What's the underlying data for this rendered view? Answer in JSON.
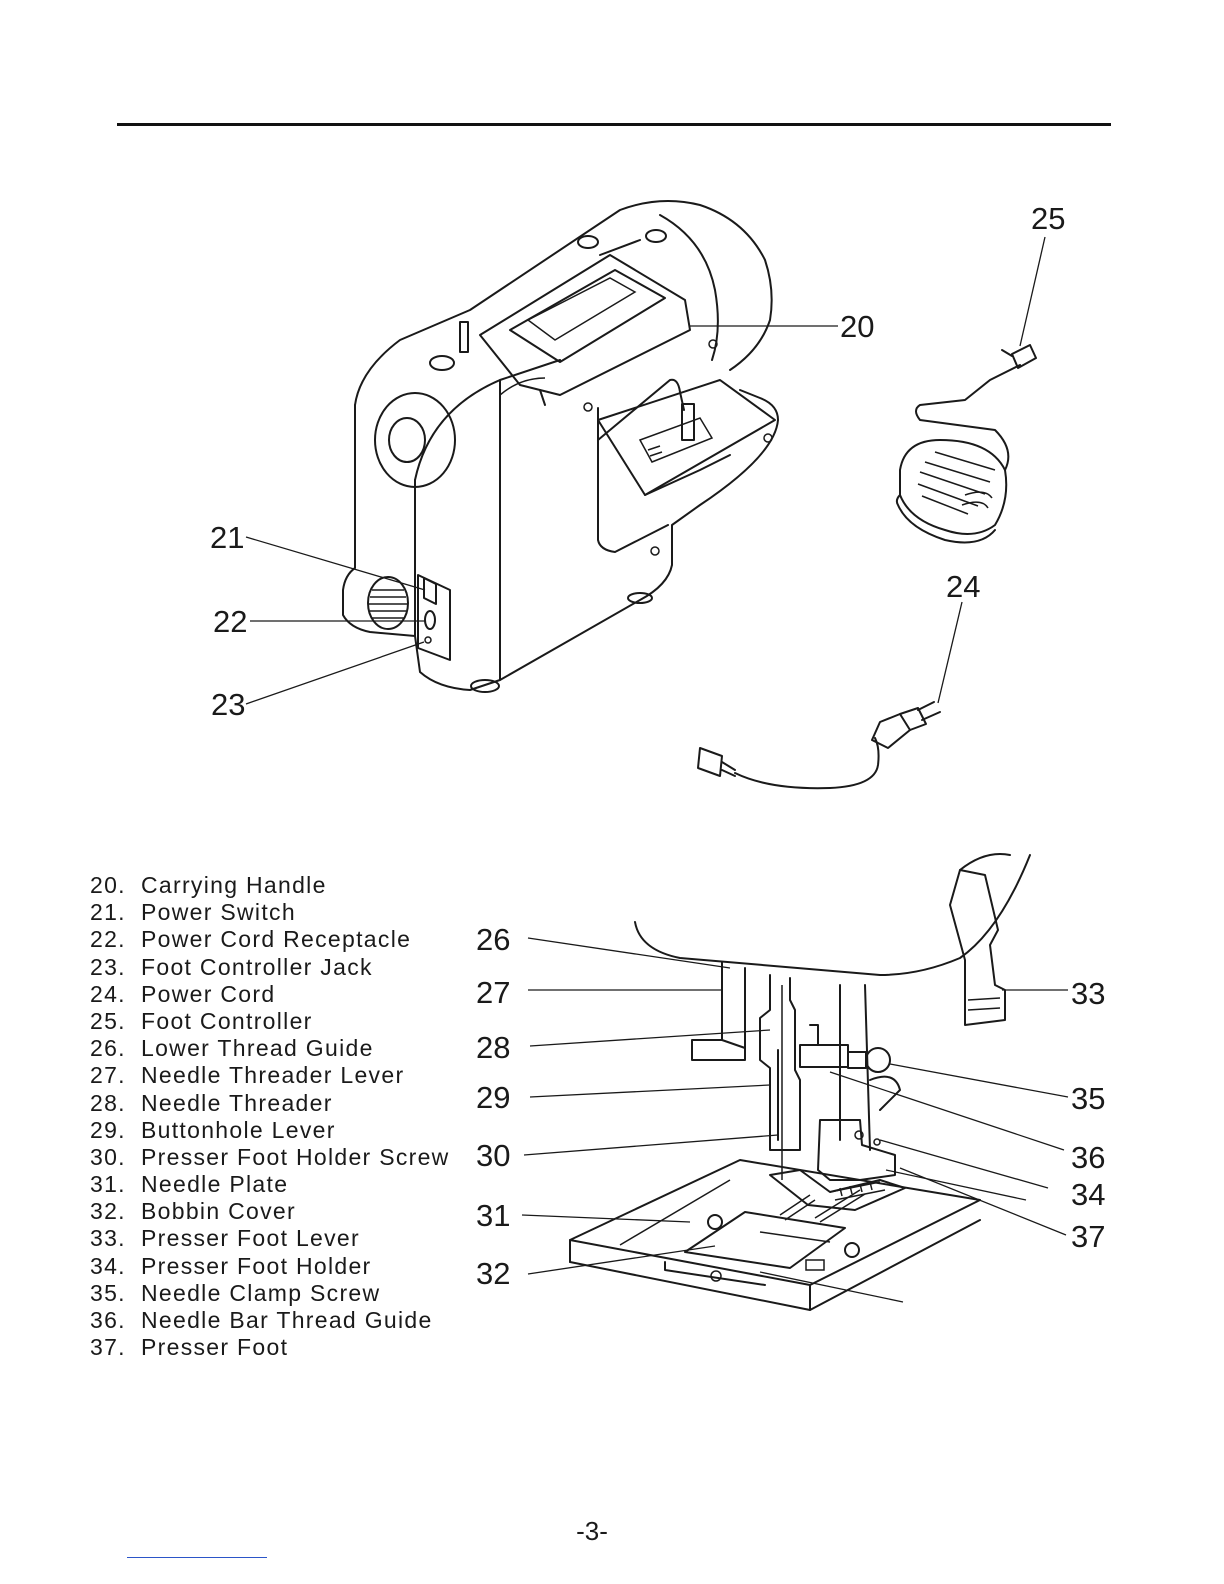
{
  "upper_callouts": [
    "20",
    "21",
    "22",
    "23",
    "24",
    "25"
  ],
  "lower_callouts": [
    "26",
    "27",
    "28",
    "29",
    "30",
    "31",
    "32",
    "33",
    "35",
    "36",
    "34",
    "37"
  ],
  "parts": [
    {
      "num": "20.",
      "label": "Carrying Handle"
    },
    {
      "num": "21.",
      "label": "Power Switch"
    },
    {
      "num": "22.",
      "label": "Power Cord Receptacle"
    },
    {
      "num": "23.",
      "label": "Foot Controller Jack"
    },
    {
      "num": "24.",
      "label": "Power Cord"
    },
    {
      "num": "25.",
      "label": "Foot Controller"
    },
    {
      "num": "26.",
      "label": "Lower Thread Guide"
    },
    {
      "num": "27.",
      "label": "Needle Threader Lever"
    },
    {
      "num": "28.",
      "label": "Needle Threader"
    },
    {
      "num": "29.",
      "label": "Buttonhole Lever"
    },
    {
      "num": "30.",
      "label": "Presser Foot Holder Screw"
    },
    {
      "num": "31.",
      "label": "Needle Plate"
    },
    {
      "num": "32.",
      "label": "Bobbin Cover"
    },
    {
      "num": "33.",
      "label": "Presser Foot Lever"
    },
    {
      "num": "34.",
      "label": "Presser Foot Holder"
    },
    {
      "num": "35.",
      "label": "Needle  Clamp Screw"
    },
    {
      "num": "36.",
      "label": "Needle Bar Thread Guide"
    },
    {
      "num": "37.",
      "label": "Presser Foot"
    }
  ],
  "page_number": "-3-"
}
